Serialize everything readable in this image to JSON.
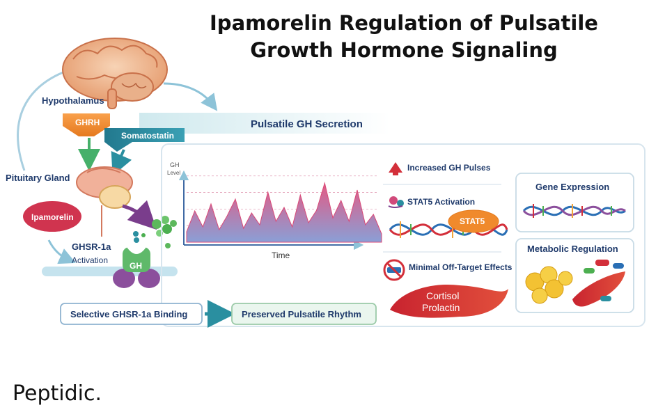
{
  "title_line1": "Ipamorelin Regulation of Pulsatile",
  "title_line2": "Growth Hormone Signaling",
  "brand": "Peptidic.",
  "left": {
    "hypothalamus": "Hypothalamus",
    "ghrh": "GHRH",
    "somatostatin": "Somatostatin",
    "pituitary": "Pituitary Gland",
    "ipamorelin": "Ipamorelin",
    "ghsr_line1": "GHSR-1a",
    "ghsr_line2": "Activation",
    "gh": "GH"
  },
  "secretion_banner": "Pulsatile GH Secretion",
  "chart": {
    "y_label_line1": "GH",
    "y_label_line2": "Level",
    "x_label": "Time"
  },
  "chart_data": {
    "type": "area",
    "xlabel": "Time",
    "ylabel": "GH Level",
    "series": [
      {
        "values": [
          0.15,
          0.45,
          0.22,
          0.55,
          0.18,
          0.38,
          0.62,
          0.2,
          0.42,
          0.25,
          0.72,
          0.3,
          0.5,
          0.22,
          0.68,
          0.28,
          0.46,
          0.85,
          0.35,
          0.6,
          0.3,
          0.75,
          0.25,
          0.4,
          0.12
        ]
      }
    ]
  },
  "effects": {
    "pulses": "Increased GH Pulses",
    "stat5": "STAT5 Activation",
    "stat5_badge": "STAT5",
    "offtarget": "Minimal Off-Target Effects",
    "cortisol": "Cortisol",
    "prolactin": "Prolactin"
  },
  "outcomes": {
    "gene": "Gene Expression",
    "metabolic": "Metabolic Regulation"
  },
  "bottom": {
    "binding": "Selective GHSR-1a Binding",
    "rhythm": "Preserved Pulsatile Rhythm"
  },
  "colors": {
    "navy": "#1f3a6b",
    "teal": "#2a8fa0",
    "orange": "#f08a2c",
    "crimson": "#c8324a",
    "green": "#4caf50"
  }
}
